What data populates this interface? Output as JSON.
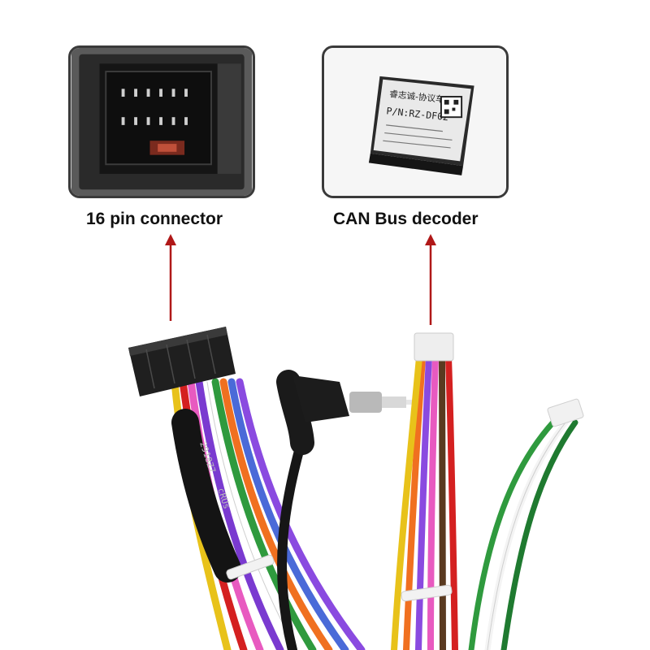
{
  "labels": {
    "connector": "16 pin connector",
    "decoder": "CAN Bus decoder"
  },
  "decoder_box": {
    "brand_line": "睿志诚-协议车系",
    "part_number": "P/N:RZ-DF02"
  },
  "cable_print": {
    "code": "2918Z7",
    "mark": "cRUs"
  },
  "colors": {
    "arrow": "#b01818",
    "frame": "#3a3a3a",
    "connector": "#1f1f1f"
  }
}
